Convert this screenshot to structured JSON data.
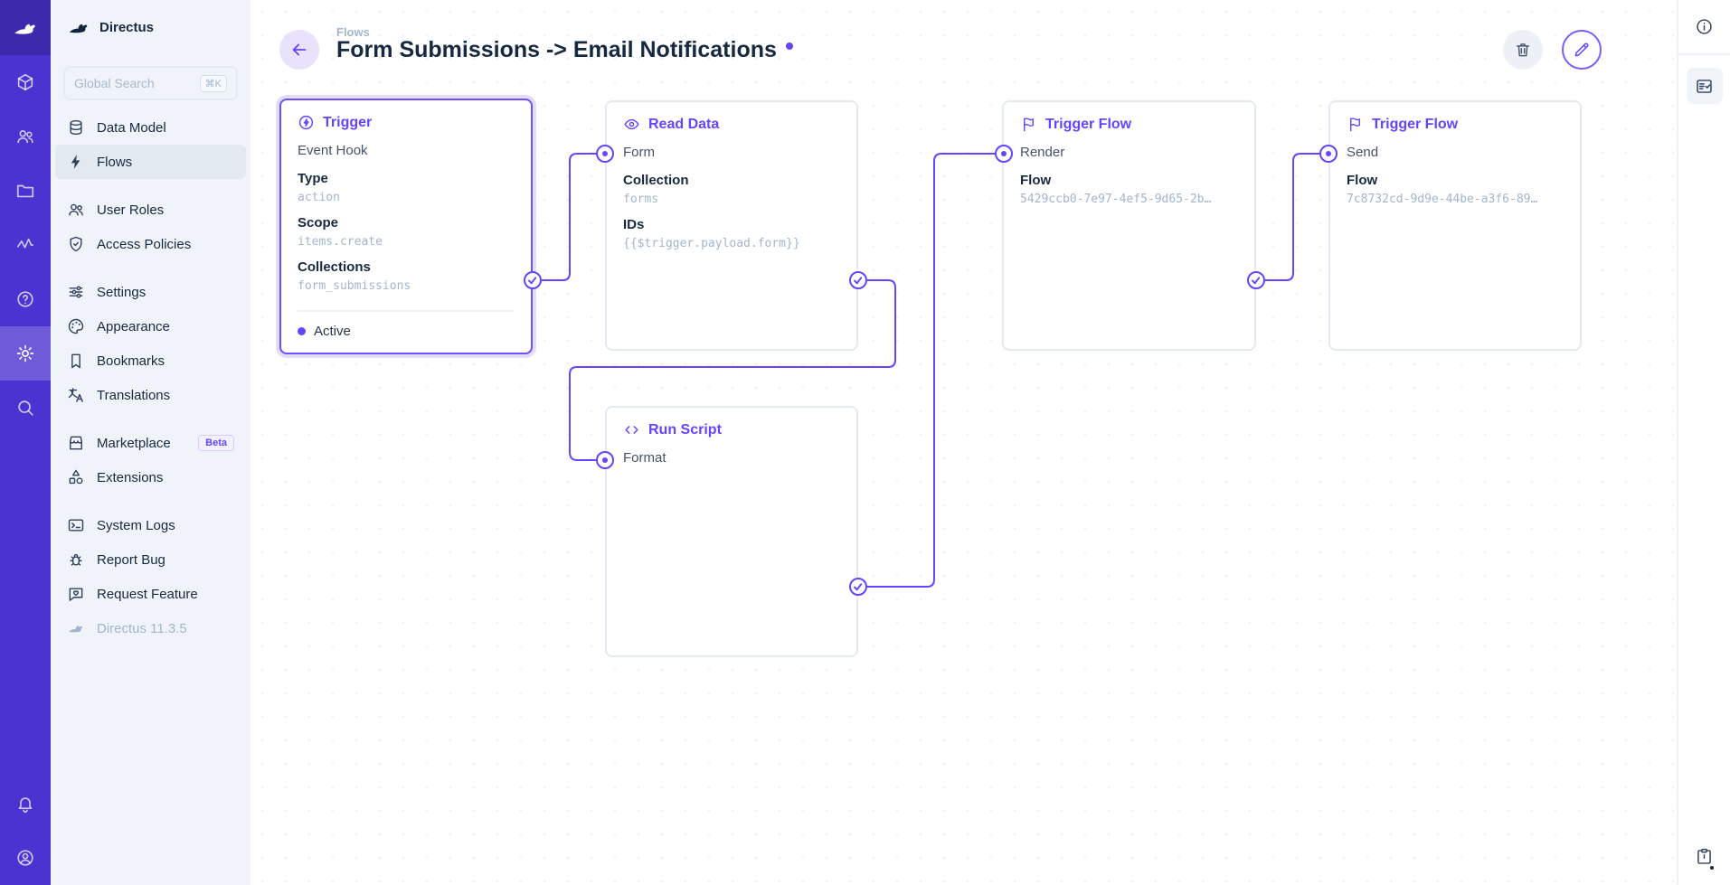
{
  "colors": {
    "primary": "#6644ff",
    "module_bar_bg": "#4b33d1",
    "sidebar_bg": "#f0f4fa",
    "border": "#e4eaf1",
    "text_dark": "#172940",
    "text_muted": "#a2b5cd"
  },
  "module_bar": {
    "logo": "directus-rabbit-icon",
    "modules": [
      {
        "name": "content",
        "icon": "box-icon"
      },
      {
        "name": "users",
        "icon": "people-icon"
      },
      {
        "name": "files",
        "icon": "folder-icon"
      },
      {
        "name": "insights",
        "icon": "activity-icon"
      },
      {
        "name": "help",
        "icon": "help-circle-icon"
      },
      {
        "name": "settings",
        "icon": "gear-icon",
        "active": true
      },
      {
        "name": "search",
        "icon": "search-icon"
      }
    ],
    "bottom": [
      {
        "name": "notifications",
        "icon": "bell-icon"
      },
      {
        "name": "account",
        "icon": "user-circle-icon"
      }
    ]
  },
  "sidebar": {
    "brand": "Directus",
    "search_placeholder": "Global Search",
    "search_shortcut": "⌘K",
    "groups": [
      {
        "items": [
          {
            "label": "Data Model",
            "icon": "database-icon"
          },
          {
            "label": "Flows",
            "icon": "bolt-icon",
            "active": true
          }
        ]
      },
      {
        "items": [
          {
            "label": "User Roles",
            "icon": "people-icon"
          },
          {
            "label": "Access Policies",
            "icon": "shield-icon"
          }
        ]
      },
      {
        "items": [
          {
            "label": "Settings",
            "icon": "sliders-icon"
          },
          {
            "label": "Appearance",
            "icon": "palette-icon"
          },
          {
            "label": "Bookmarks",
            "icon": "bookmark-icon"
          },
          {
            "label": "Translations",
            "icon": "translate-icon"
          }
        ]
      },
      {
        "items": [
          {
            "label": "Marketplace",
            "icon": "storefront-icon",
            "badge": "Beta"
          },
          {
            "label": "Extensions",
            "icon": "category-icon"
          }
        ]
      },
      {
        "items": [
          {
            "label": "System Logs",
            "icon": "terminal-icon"
          },
          {
            "label": "Report Bug",
            "icon": "bug-icon"
          },
          {
            "label": "Request Feature",
            "icon": "chat-icon"
          }
        ]
      }
    ],
    "version": "Directus 11.3.5"
  },
  "header": {
    "breadcrumb": "Flows",
    "title": "Form Submissions -> Email Notifications",
    "action_icons": [
      "trash-icon",
      "pencil-icon"
    ]
  },
  "flow": {
    "nodes": {
      "trigger": {
        "panel_title": "Trigger",
        "icon": "bolt-circle-icon",
        "name": "Event Hook",
        "fields": [
          {
            "label": "Type",
            "value": "action"
          },
          {
            "label": "Scope",
            "value": "items.create"
          },
          {
            "label": "Collections",
            "value": "form_submissions"
          }
        ],
        "status": "Active"
      },
      "read_data": {
        "panel_title": "Read Data",
        "icon": "eye-icon",
        "name": "Form",
        "fields": [
          {
            "label": "Collection",
            "value": "forms"
          },
          {
            "label": "IDs",
            "value": "{{$trigger.payload.form}}"
          }
        ]
      },
      "trigger_flow_render": {
        "panel_title": "Trigger Flow",
        "icon": "flag-icon",
        "name": "Render",
        "fields": [
          {
            "label": "Flow",
            "value": "5429ccb0-7e97-4ef5-9d65-2b…"
          }
        ]
      },
      "trigger_flow_send": {
        "panel_title": "Trigger Flow",
        "icon": "flag-icon",
        "name": "Send",
        "fields": [
          {
            "label": "Flow",
            "value": "7c8732cd-9d9e-44be-a3f6-89…"
          }
        ]
      },
      "run_script": {
        "panel_title": "Run Script",
        "icon": "code-icon",
        "name": "Format",
        "fields": []
      }
    }
  },
  "right_rail": {
    "items": [
      {
        "icon": "info-icon"
      },
      {
        "icon": "fact-check-icon"
      }
    ],
    "bottom": [
      {
        "icon": "clipboard-alert-icon"
      }
    ]
  }
}
